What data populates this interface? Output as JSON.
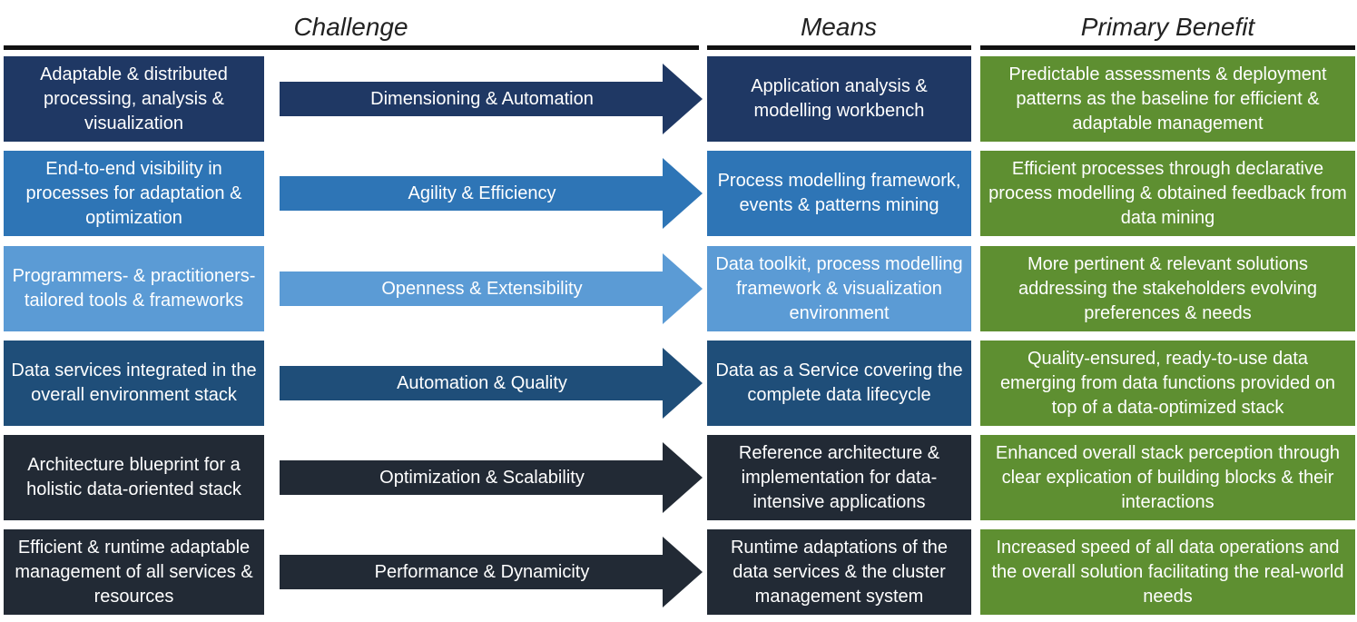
{
  "headers": {
    "challenge": "Challenge",
    "means": "Means",
    "benefit": "Primary Benefit"
  },
  "rows": [
    {
      "challenge": "Adaptable & distributed processing, analysis & visualization",
      "arrow": "Dimensioning & Automation",
      "means": "Application analysis & modelling workbench",
      "benefit": "Predictable assessments & deployment patterns as the baseline for efficient & adaptable management",
      "color": "#1f3864"
    },
    {
      "challenge": "End-to-end visibility in processes for adaptation & optimization",
      "arrow": "Agility & Efficiency",
      "means": "Process modelling framework, events & patterns mining",
      "benefit": "Efficient processes through declarative process modelling & obtained feedback from data mining",
      "color": "#2e75b6"
    },
    {
      "challenge": "Programmers- & practitioners- tailored tools & frameworks",
      "arrow": "Openness & Extensibility",
      "means": "Data toolkit, process modelling framework & visualization environment",
      "benefit": "More pertinent & relevant solutions addressing the stakeholders evolving preferences & needs",
      "color": "#5b9bd5"
    },
    {
      "challenge": "Data services integrated in the overall environment stack",
      "arrow": "Automation & Quality",
      "means": "Data as a Service covering the complete data lifecycle",
      "benefit": "Quality-ensured, ready-to-use data emerging from data functions provided on top of a data-optimized stack",
      "color": "#1f4e79"
    },
    {
      "challenge": "Architecture blueprint for a holistic data-oriented stack",
      "arrow": "Optimization & Scalability",
      "means": "Reference architecture & implementation for data-intensive applications",
      "benefit": "Enhanced overall stack perception through clear explication of building blocks & their interactions",
      "color": "#222a35"
    },
    {
      "challenge": "Efficient & runtime adaptable management of all services & resources",
      "arrow": "Performance & Dynamicity",
      "means": "Runtime adaptations of the data services & the cluster management system",
      "benefit": "Increased speed of all data operations and the overall solution facilitating the real-world needs",
      "color": "#222a35"
    }
  ],
  "benefit_color": "#5e8f31"
}
